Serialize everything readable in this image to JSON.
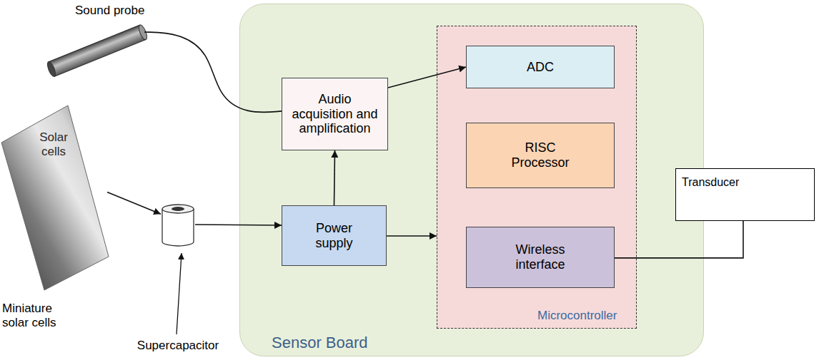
{
  "diagram": {
    "nodes": [
      {
        "text": [
          "Sound probe"
        ]
      },
      {
        "text": [
          "Solar cells",
          "Miniature solar cells"
        ]
      },
      {
        "text": [
          "Supercapacitor"
        ]
      },
      {
        "text": [
          "Sensor Board"
        ]
      },
      {
        "text": [
          "Audio acquisition and amplification"
        ],
        "in": 3
      },
      {
        "text": [
          "Power supply"
        ],
        "in": 3
      },
      {
        "text": [
          "Microcontroller"
        ],
        "in": 3
      },
      {
        "text": [
          "ADC"
        ],
        "in": 6
      },
      {
        "text": [
          "RISC Processor"
        ],
        "in": 6
      },
      {
        "text": [
          "Wireless interface"
        ],
        "in": 6
      },
      {
        "text": [
          "Transducer"
        ]
      }
    ],
    "edges": [
      {
        "from": 0,
        "to": 4,
        "arrow": "none"
      },
      {
        "from": 1,
        "to": 2,
        "arrow": "to"
      },
      {
        "from": 2,
        "to": 5,
        "arrow": "to"
      },
      {
        "from": 5,
        "to": 4,
        "arrow": "to"
      },
      {
        "from": 5,
        "to": 6,
        "arrow": "to"
      },
      {
        "from": 4,
        "to": 7,
        "arrow": "to"
      },
      {
        "from": 9,
        "to": 10,
        "arrow": "none"
      }
    ]
  }
}
